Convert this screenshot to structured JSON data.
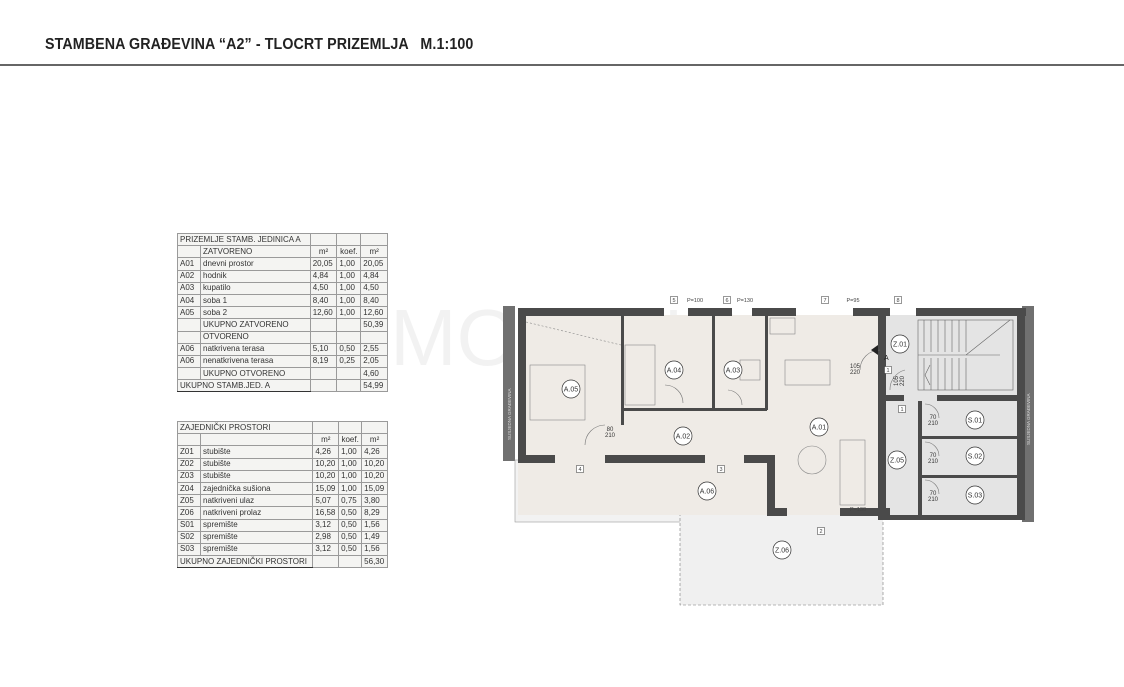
{
  "header": {
    "title": "STAMBENA GRAĐEVINA “A2” - TLOCRT PRIZEMLJA   M.1:100"
  },
  "table_a": {
    "title": "PRIZEMLJE STAMB. JEDINICA A",
    "closed_label": "ZATVORENO",
    "col_m2": "m²",
    "col_koef": "koef.",
    "col_m2b": "m²",
    "rows": [
      {
        "id": "A01",
        "name": "dnevni prostor",
        "m2": "20,05",
        "koef": "1,00",
        "net": "20,05"
      },
      {
        "id": "A02",
        "name": "hodnik",
        "m2": "4,84",
        "koef": "1,00",
        "net": "4,84"
      },
      {
        "id": "A03",
        "name": "kupatilo",
        "m2": "4,50",
        "koef": "1,00",
        "net": "4,50"
      },
      {
        "id": "A04",
        "name": "soba 1",
        "m2": "8,40",
        "koef": "1,00",
        "net": "8,40"
      },
      {
        "id": "A05",
        "name": "soba 2",
        "m2": "12,60",
        "koef": "1,00",
        "net": "12,60"
      }
    ],
    "closed_total_label": "UKUPNO ZATVORENO",
    "closed_total": "50,39",
    "open_label": "OTVORENO",
    "open_rows": [
      {
        "id": "A06",
        "name": "natkrivena terasa",
        "m2": "5,10",
        "koef": "0,50",
        "net": "2,55"
      },
      {
        "id": "A06",
        "name": "nenatkrivena terasa",
        "m2": "8,19",
        "koef": "0,25",
        "net": "2,05"
      }
    ],
    "open_total_label": "UKUPNO OTVORENO",
    "open_total": "4,60",
    "total_label": "UKUPNO STAMB.JED. A",
    "total": "54,99"
  },
  "table_z": {
    "title": "ZAJEDNIČKI PROSTORI",
    "col_m2": "m²",
    "col_koef": "koef.",
    "col_m2b": "m²",
    "rows": [
      {
        "id": "Z01",
        "name": "stubište",
        "m2": "4,26",
        "koef": "1,00",
        "net": "4,26"
      },
      {
        "id": "Z02",
        "name": "stubište",
        "m2": "10,20",
        "koef": "1,00",
        "net": "10,20"
      },
      {
        "id": "Z03",
        "name": "stubište",
        "m2": "10,20",
        "koef": "1,00",
        "net": "10,20"
      },
      {
        "id": "Z04",
        "name": "zajednička sušiona",
        "m2": "15,09",
        "koef": "1,00",
        "net": "15,09"
      },
      {
        "id": "Z05",
        "name": "natkriveni ulaz",
        "m2": "5,07",
        "koef": "0,75",
        "net": "3,80"
      },
      {
        "id": "Z06",
        "name": "natkriveni prolaz",
        "m2": "16,58",
        "koef": "0,50",
        "net": "8,29"
      },
      {
        "id": "S01",
        "name": "spremište",
        "m2": "3,12",
        "koef": "0,50",
        "net": "1,56"
      },
      {
        "id": "S02",
        "name": "spremište",
        "m2": "2,98",
        "koef": "0,50",
        "net": "1,49"
      },
      {
        "id": "S03",
        "name": "spremište",
        "m2": "3,12",
        "koef": "0,50",
        "net": "1,56"
      }
    ],
    "total_label": "UKUPNO ZAJEDNIČKI PROSTORI",
    "total": "56,30"
  },
  "plan": {
    "rooms": {
      "a01": "A.01",
      "a02": "A.02",
      "a03": "A.03",
      "a04": "A.04",
      "a05": "A.05",
      "a06": "A.06",
      "z01": "Z.01",
      "z05": "Z.05",
      "z06": "Z.06",
      "s01": "S.01",
      "s02": "S.02",
      "s03": "S.03"
    },
    "windows": {
      "w5": "5",
      "w6": "6",
      "w7": "7",
      "w8": "8",
      "w4": "4",
      "w3": "3",
      "w2": "2",
      "w1a": "1",
      "w1b": "1"
    },
    "sills": {
      "p5": "P=100",
      "p6": "P=130",
      "p7": "P=95",
      "p2": "P=130"
    },
    "doors": {
      "d_a05": "80\n210",
      "d_s": "70\n210",
      "d_entry": "105\n220",
      "d_entry_b": "105\n220"
    },
    "entrance_marker": "A",
    "neighbor_label": "SUSJEDNA GRAĐEVINA",
    "watermark": "MOLONGI"
  },
  "colors": {
    "wall": "#4a4a4a",
    "floor": "#efebe6",
    "common": "#e4e4e4",
    "terrace": "#f2f2f2",
    "neighbor": "#707070"
  }
}
